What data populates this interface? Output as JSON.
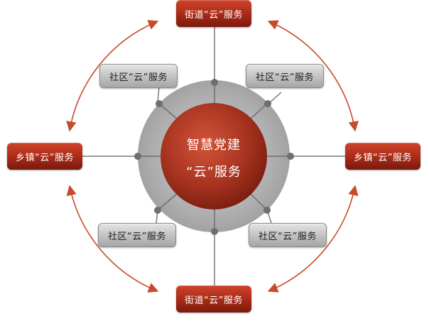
{
  "center": {
    "line1": "智慧党建",
    "line2": "“云”服务"
  },
  "nodes": {
    "top": "街道“云”服务",
    "bottom": "街道“云”服务",
    "left": "乡镇“云”服务",
    "right": "乡镇“云”服务",
    "top_left": "社区“云”服务",
    "top_right": "社区“云”服务",
    "bottom_left": "社区“云”服务",
    "bottom_right": "社区“云”服务"
  },
  "colors": {
    "outer_arrow": "#c64a2b",
    "ring": "#aaaaaa",
    "core": "#a83420",
    "spoke": "#777777"
  }
}
